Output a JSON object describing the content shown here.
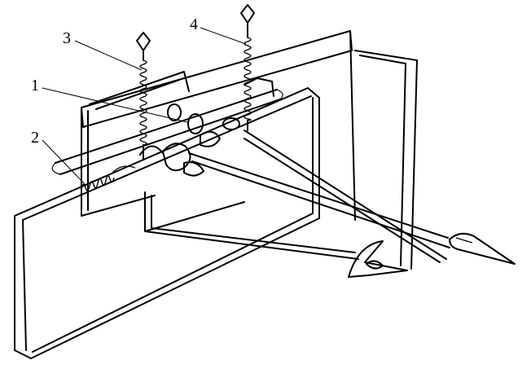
{
  "callouts": [
    {
      "id": "label-1",
      "text": "1"
    },
    {
      "id": "label-2",
      "text": "2"
    },
    {
      "id": "label-3",
      "text": "3"
    },
    {
      "id": "label-4",
      "text": "4"
    }
  ],
  "colors": {
    "ink": "#000000",
    "background": "#ffffff"
  }
}
